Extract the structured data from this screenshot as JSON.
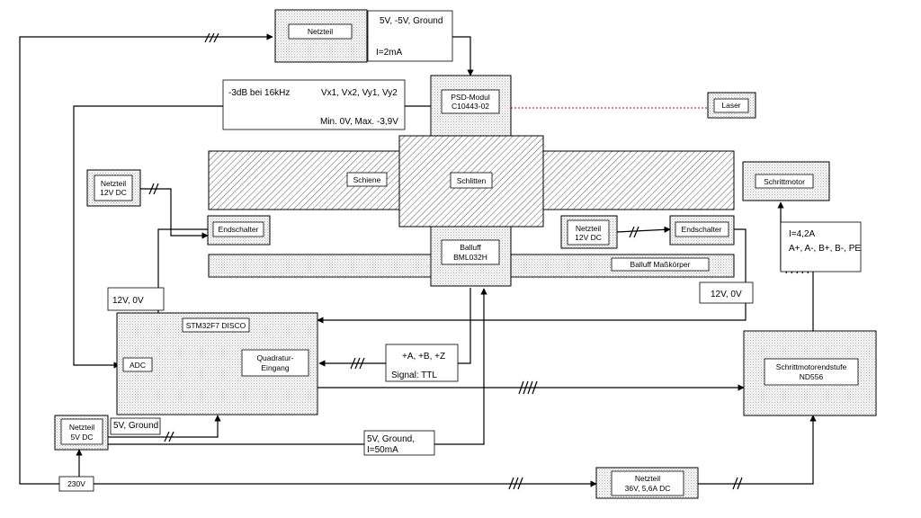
{
  "blocks": {
    "netzteil_top": "Netzteil",
    "psd_line1": "PSD-Modul",
    "psd_line2": "C10443-02",
    "laser": "Laser",
    "schiene": "Schiene",
    "schlitten": "Schlitten",
    "schrittmotor": "Schrittmotor",
    "netzteil_12v_left_1": "Netzteil",
    "netzteil_12v_left_2": "12V DC",
    "endschalter_left": "Endschalter",
    "netzteil_12v_right_1": "Netzteil",
    "netzteil_12v_right_2": "12V DC",
    "endschalter_right": "Endschalter",
    "balluff_1": "Balluff",
    "balluff_2": "BML032H",
    "balluff_massk": "Balluff Maßkörper",
    "stm32": "STM32F7 DISCO",
    "adc": "ADC",
    "quad_1": "Quadratur-",
    "quad_2": "Eingang",
    "endstufe_1": "Schrittmotorendstufe",
    "endstufe_2": "ND556",
    "netzteil_5v_1": "Netzteil",
    "netzteil_5v_2": "5V DC",
    "v230": "230V",
    "netzteil_36v_1": "Netzteil",
    "netzteil_36v_2": "36V, 5,6A DC"
  },
  "notes": {
    "top_supply_1": "5V, -5V, Ground",
    "top_supply_2": "I=2mA",
    "psd_signal_1": "-3dB bei 16kHz",
    "psd_signal_2": "Vx1, Vx2, Vy1, Vy2",
    "psd_signal_3": "Min. 0V, Max. -3,9V",
    "motor_1": "I=4,2A",
    "motor_2": "A+, A-, B+, B-, PE",
    "v12_left": "12V, 0V",
    "v12_right": "12V, 0V",
    "quad_1": "+A, +B, +Z",
    "quad_2": "Signal: TTL",
    "v5_ground": "5V, Ground",
    "balluff_supply_1": "5V, Ground,",
    "balluff_supply_2": "I=50mA"
  }
}
